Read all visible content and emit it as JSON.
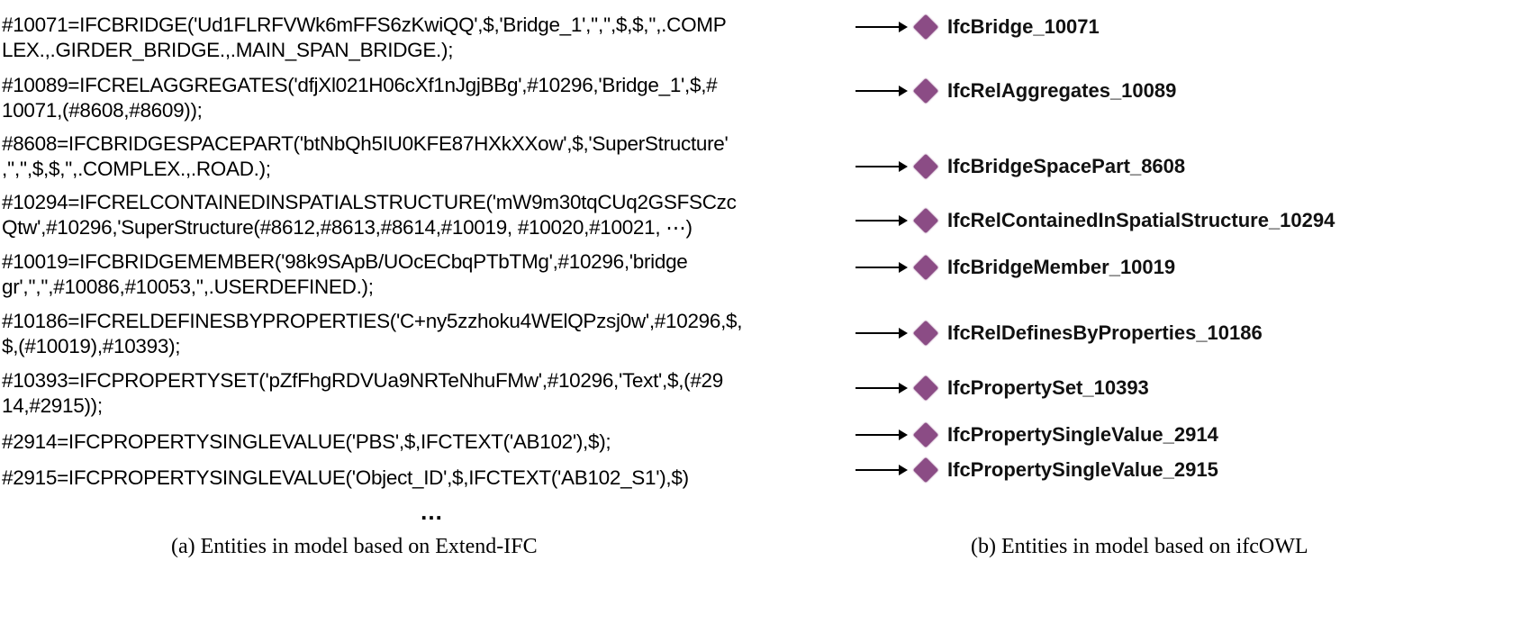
{
  "diamond_color": "#8b4c85",
  "left_entries": [
    {
      "lines": [
        "#10071=IFCBRIDGE('Ud1FLRFVWk6mFFS6zKwiQQ',$,'Bridge_1','','',$,$,'',.COMP",
        "LEX.,.GIRDER_BRIDGE.,.MAIN_SPAN_BRIDGE.);"
      ]
    },
    {
      "lines": [
        "#10089=IFCRELAGGREGATES('dfjXl021H06cXf1nJgjBBg',#10296,'Bridge_1',$,#",
        "10071,(#8608,#8609));"
      ]
    },
    {
      "lines": [
        "#8608=IFCBRIDGESPACEPART('btNbQh5IU0KFE87HXkXXow',$,'SuperStructure'",
        ",'','',$,$,'',.COMPLEX.,.ROAD.);"
      ]
    },
    {
      "lines": [
        "#10294=IFCRELCONTAINEDINSPATIALSTRUCTURE('mW9m30tqCUq2GSFSCzc",
        "Qtw',#10296,'SuperStructure(#8612,#8613,#8614,#10019,  #10020,#10021,  ⋯)"
      ]
    },
    {
      "lines": [
        "#10019=IFCBRIDGEMEMBER('98k9SApB/UOcECbqPTbTMg',#10296,'bridge",
        "gr','','',#10086,#10053,'',.USERDEFINED.);"
      ]
    },
    {
      "lines": [
        "#10186=IFCRELDEFINESBYPROPERTIES('C+ny5zzhoku4WElQPzsj0w',#10296,$,",
        "$,(#10019),#10393);"
      ]
    },
    {
      "lines": [
        "#10393=IFCPROPERTYSET('pZfFhgRDVUa9NRTeNhuFMw',#10296,'Text',$,(#29",
        "14,#2915));"
      ]
    },
    {
      "lines": [
        "#2914=IFCPROPERTYSINGLEVALUE('PBS',$,IFCTEXT('AB102'),$);"
      ]
    },
    {
      "lines": [
        "#2915=IFCPROPERTYSINGLEVALUE('Object_ID',$,IFCTEXT('AB102_S1'),$)"
      ]
    }
  ],
  "ellipsis": "…",
  "right_entries": [
    "IfcBridge_10071",
    "IfcRelAggregates_10089",
    "IfcBridgeSpacePart_8608",
    "IfcRelContainedInSpatialStructure_10294",
    "IfcBridgeMember_10019",
    "IfcRelDefinesByProperties_10186",
    "IfcPropertySet_10393",
    "IfcPropertySingleValue_2914",
    "IfcPropertySingleValue_2915"
  ],
  "captions": {
    "left": "(a) Entities in model based on Extend-IFC",
    "right": "(b) Entities in model based on ifcOWL"
  }
}
